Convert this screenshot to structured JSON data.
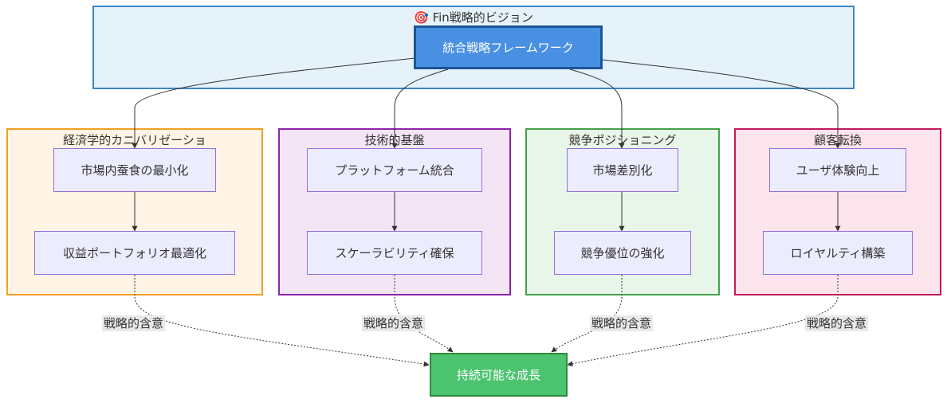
{
  "vision": {
    "title": "🎯 Fin戦略的ビジョン",
    "framework": "統合戦略フレームワーク"
  },
  "clusters": [
    {
      "title": "経済学的カニバリゼーショ",
      "top_node": "市場内蚕食の最小化",
      "bottom_node": "収益ポートフォリオ最適化"
    },
    {
      "title": "技術的基盤",
      "top_node": "プラットフォーム統合",
      "bottom_node": "スケーラビリティ確保"
    },
    {
      "title": "競争ポジショニング",
      "top_node": "市場差別化",
      "bottom_node": "競争優位の強化"
    },
    {
      "title": "顧客転換",
      "top_node": "ユーザ体験向上",
      "bottom_node": "ロイヤルティ構築"
    }
  ],
  "edge_labels": [
    "戦略的含意",
    "戦略的含意",
    "戦略的含意",
    "戦略的含意"
  ],
  "outcome": "持続可能な成長",
  "colors": {
    "vision_fill": "#e6f2fa",
    "vision_border": "#3d85c6",
    "framework_fill": "#4a90e2",
    "framework_border": "#1a5594",
    "econ_fill": "#fff4e5",
    "econ_border": "#f0a020",
    "tech_fill": "#f3e5f5",
    "tech_border": "#8e24aa",
    "comp_fill": "#e8f5e9",
    "comp_border": "#43a047",
    "cust_fill": "#fce4ec",
    "cust_border": "#c2185b",
    "node_fill": "#ECECFF",
    "node_border": "#9370DB",
    "outcome_fill": "#4cc46f",
    "outcome_border": "#2e8b3d",
    "edge": "#333333"
  }
}
